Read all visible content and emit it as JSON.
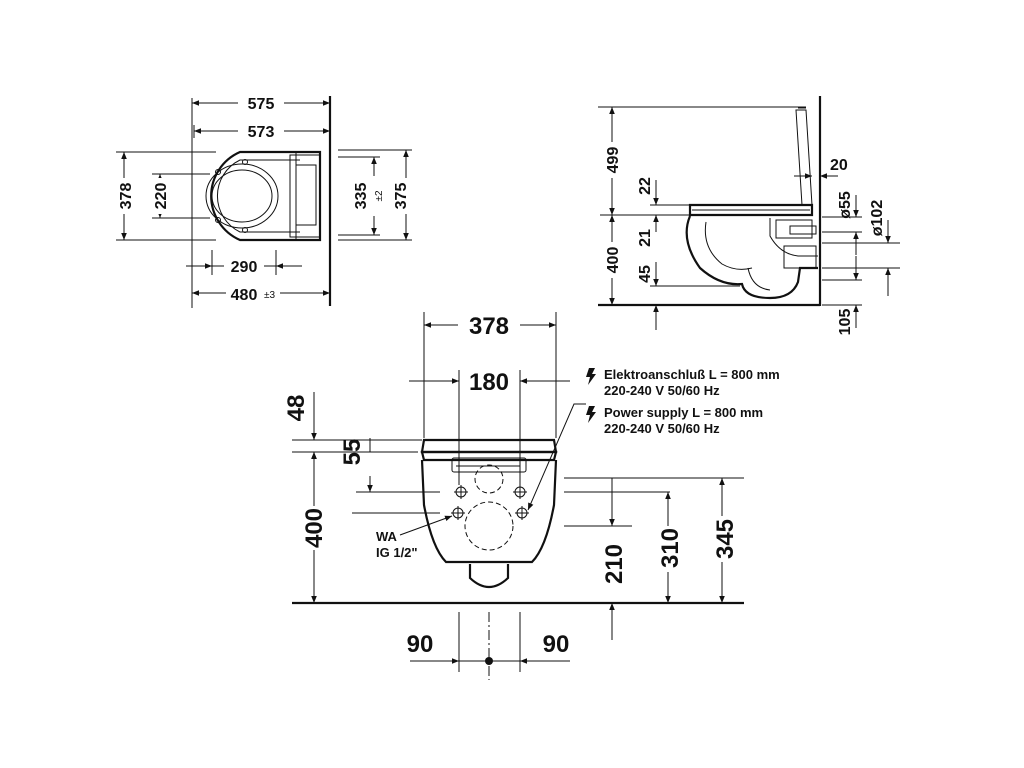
{
  "top_view": {
    "dim_575": "575",
    "dim_573": "573",
    "dim_378": "378",
    "dim_220": "220",
    "dim_290": "290",
    "dim_480": "480",
    "dim_480_tol": "±3",
    "dim_335": "335",
    "dim_335_tol": "±2",
    "dim_375": "375"
  },
  "side_view": {
    "dim_499": "499",
    "dim_22": "22",
    "dim_21": "21",
    "dim_400": "400",
    "dim_45": "45",
    "dim_20": "20",
    "dim_d55": "ø55",
    "dim_d102": "ø102",
    "dim_105": "105"
  },
  "front_view": {
    "dim_378": "378",
    "dim_180": "180",
    "dim_48": "48",
    "dim_55": "55",
    "dim_400": "400",
    "dim_210": "210",
    "dim_310": "310",
    "dim_345": "345",
    "dim_90_left": "90",
    "dim_90_right": "90",
    "wa_label": "WA",
    "wa_thread": "IG 1/2\"",
    "notes": [
      {
        "line1": "Elektroanschluß L = 800 mm",
        "line2": "220-240 V  50/60 Hz"
      },
      {
        "line1": "Power supply L = 800 mm",
        "line2": "220-240 V  50/60 Hz"
      }
    ]
  },
  "icons": [
    "lightning-icon"
  ]
}
